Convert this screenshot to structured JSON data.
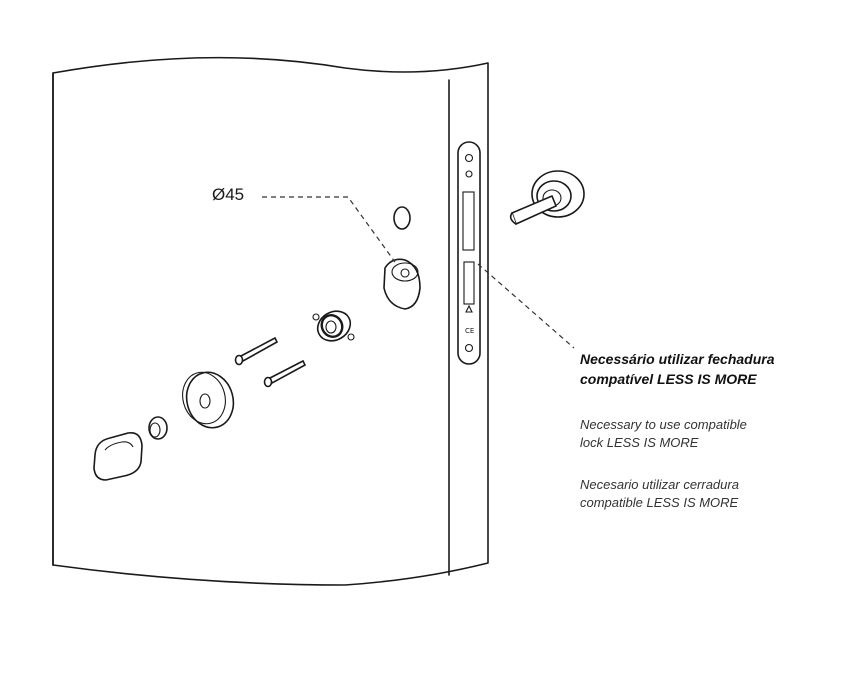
{
  "dimension_label": "Ø45",
  "notes": {
    "pt": [
      "Necessário utilizar fechadura",
      "compatível LESS IS MORE"
    ],
    "en": [
      "Necessary to use compatible",
      "lock LESS IS MORE"
    ],
    "es": [
      "Necesario utilizar cerradura",
      "compatible LESS IS MORE"
    ]
  }
}
